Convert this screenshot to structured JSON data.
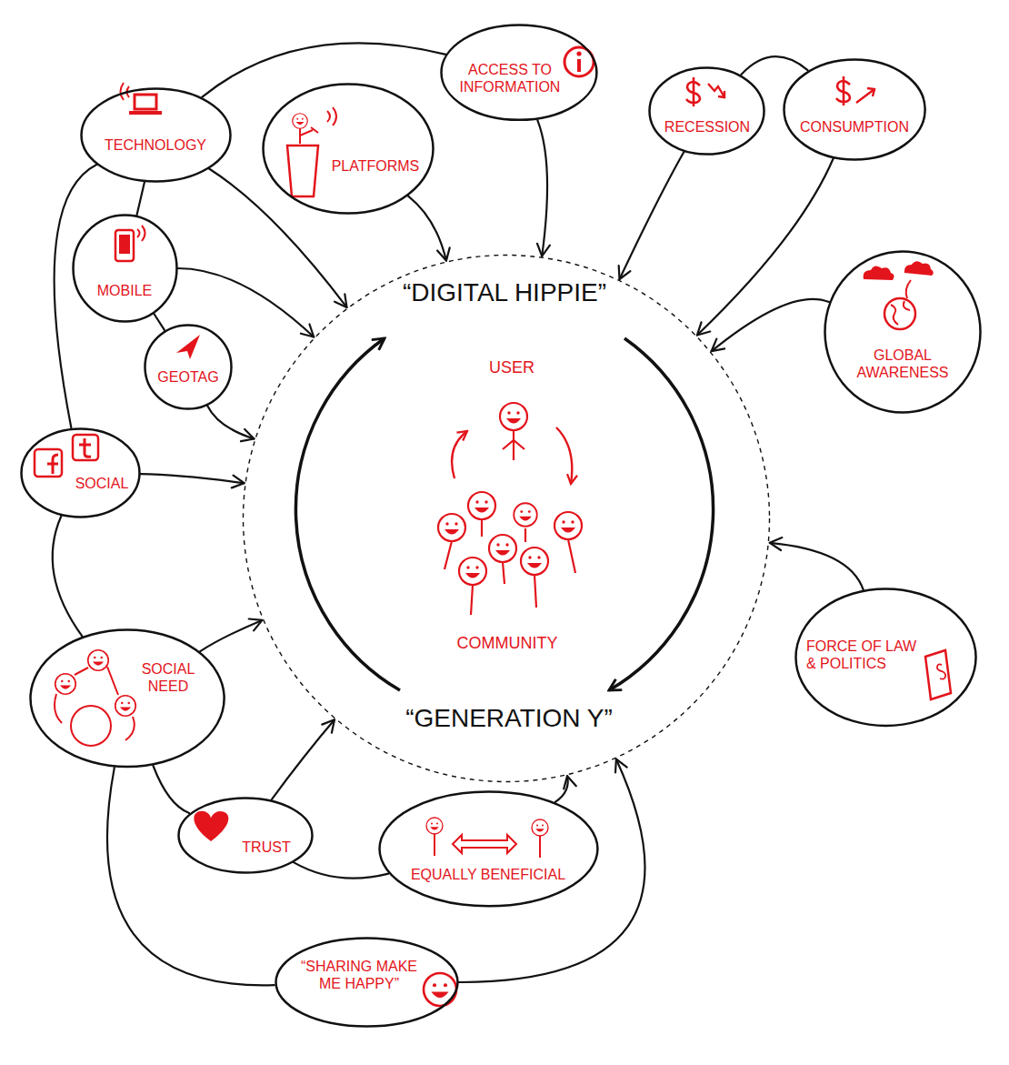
{
  "diagram": {
    "nodes": [
      {
        "text": [
          "“DIGITAL HIPPIE”",
          "“GENERATION Y”"
        ]
      },
      {
        "text": [
          "TECHNOLOGY"
        ]
      },
      {
        "text": [
          "PLATFORMS"
        ]
      },
      {
        "text": [
          "ACCESS TO INFORMATION"
        ]
      },
      {
        "text": [
          "RECESSION"
        ]
      },
      {
        "text": [
          "CONSUMPTION"
        ]
      },
      {
        "text": [
          "MOBILE"
        ]
      },
      {
        "text": [
          "GEOTAG"
        ]
      },
      {
        "text": [
          "GLOBAL AWARENESS"
        ]
      },
      {
        "text": [
          "SOCIAL"
        ]
      },
      {
        "text": [
          "SOCIAL NEED"
        ]
      },
      {
        "text": [
          "FORCE OF LAW & POLITICS"
        ]
      },
      {
        "text": [
          "TRUST"
        ]
      },
      {
        "text": [
          "EQUALLY BENEFICIAL"
        ]
      },
      {
        "text": [
          "“SHARING MAKE ME HAPPY”"
        ]
      }
    ],
    "edges": [
      {
        "from": 1,
        "to": 0,
        "arrow": "to"
      },
      {
        "from": 2,
        "to": 0,
        "arrow": "to"
      },
      {
        "from": 3,
        "to": 0,
        "arrow": "to"
      },
      {
        "from": 4,
        "to": 0,
        "arrow": "to"
      },
      {
        "from": 5,
        "to": 0,
        "arrow": "to"
      },
      {
        "from": 6,
        "to": 0,
        "arrow": "to"
      },
      {
        "from": 7,
        "to": 0,
        "arrow": "to"
      },
      {
        "from": 8,
        "to": 0,
        "arrow": "to"
      },
      {
        "from": 9,
        "to": 0,
        "arrow": "to"
      },
      {
        "from": 10,
        "to": 0,
        "arrow": "to"
      },
      {
        "from": 11,
        "to": 0,
        "arrow": "to"
      },
      {
        "from": 12,
        "to": 0,
        "arrow": "to"
      },
      {
        "from": 13,
        "to": 0,
        "arrow": "to"
      },
      {
        "from": 14,
        "to": 0,
        "arrow": "to"
      },
      {
        "from": 1,
        "to": 3,
        "arrow": "none"
      },
      {
        "from": 1,
        "to": 6,
        "arrow": "none"
      },
      {
        "from": 6,
        "to": 7,
        "arrow": "none"
      },
      {
        "from": 1,
        "to": 9,
        "arrow": "none"
      },
      {
        "from": 9,
        "to": 10,
        "arrow": "none"
      },
      {
        "from": 10,
        "to": 12,
        "arrow": "none"
      },
      {
        "from": 12,
        "to": 13,
        "arrow": "none"
      },
      {
        "from": 4,
        "to": 5,
        "arrow": "none"
      },
      {
        "from": 10,
        "to": 14,
        "arrow": "none"
      }
    ],
    "labels": [
      "USER",
      "COMMUNITY"
    ]
  }
}
